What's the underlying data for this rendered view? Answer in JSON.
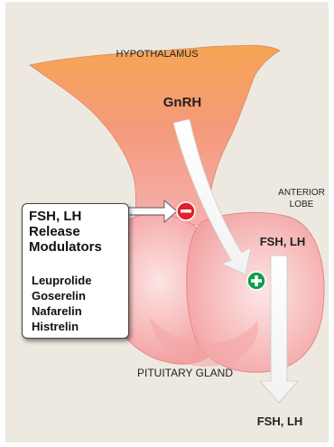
{
  "labels": {
    "hypothalamus": "HYPOTHALAMUS",
    "gnrh": "GnRH",
    "anterior_lobe_line1": "ANTERIOR",
    "anterior_lobe_line2": "LOBE",
    "fsh_lh_inside": "FSH, LH",
    "pituitary_gland": "PITUITARY GLAND",
    "fsh_lh_output": "FSH, LH"
  },
  "callout": {
    "title": "FSH, LH\nRelease\nModulators",
    "drugs": [
      "Leuprolide",
      "Goserelin",
      "Nafarelin",
      "Histrelin"
    ]
  },
  "symbols": {
    "inhibit": "−",
    "stimulate": "+"
  },
  "colors": {
    "background": "#ede9e1",
    "gland_top": "#f5aa5c",
    "gland_bottom": "#f4a3a3",
    "inhibit": "#e0202a",
    "stimulate": "#0fa04a"
  },
  "icons": [
    "minus-circle-icon",
    "plus-circle-icon"
  ]
}
